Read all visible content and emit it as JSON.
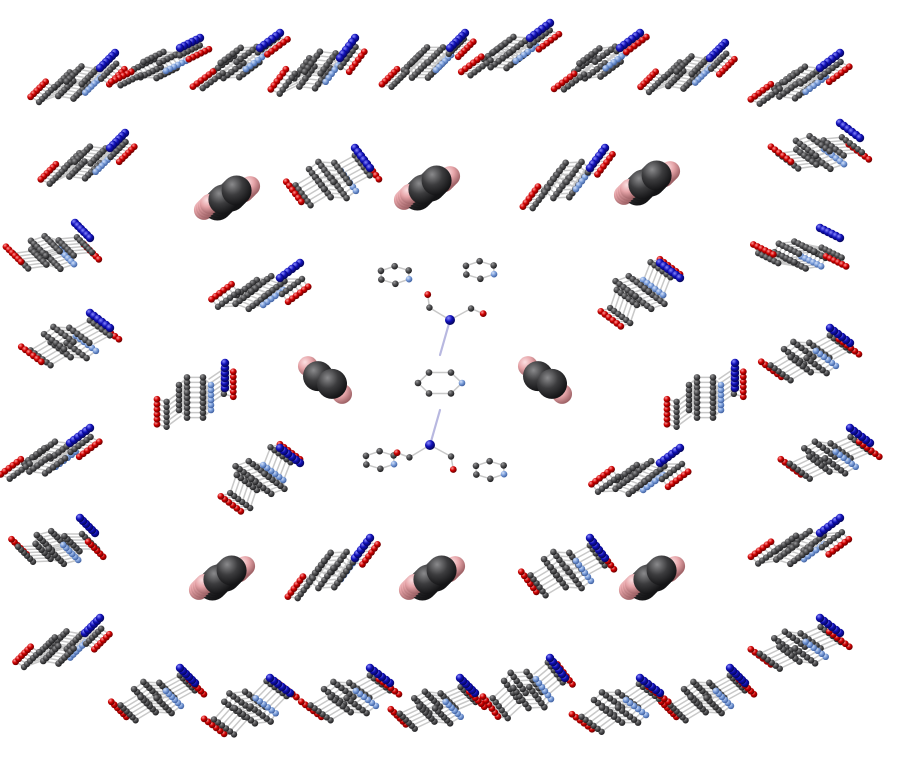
{
  "figure": {
    "kind": "crystal-structure-packing-view",
    "background": "#ffffff",
    "elements": {
      "carbon": "#4d4d4f",
      "nitrogen_pyridyl": "#7da0dc",
      "metal": "#1010b8",
      "oxygen": "#d00000",
      "bond": "#c8c8c8",
      "guest_carbon": "#3c3c3e",
      "guest_hydrogen": "#e6a4a8"
    },
    "guest_molecules": 8,
    "stacking_depth": 6
  }
}
